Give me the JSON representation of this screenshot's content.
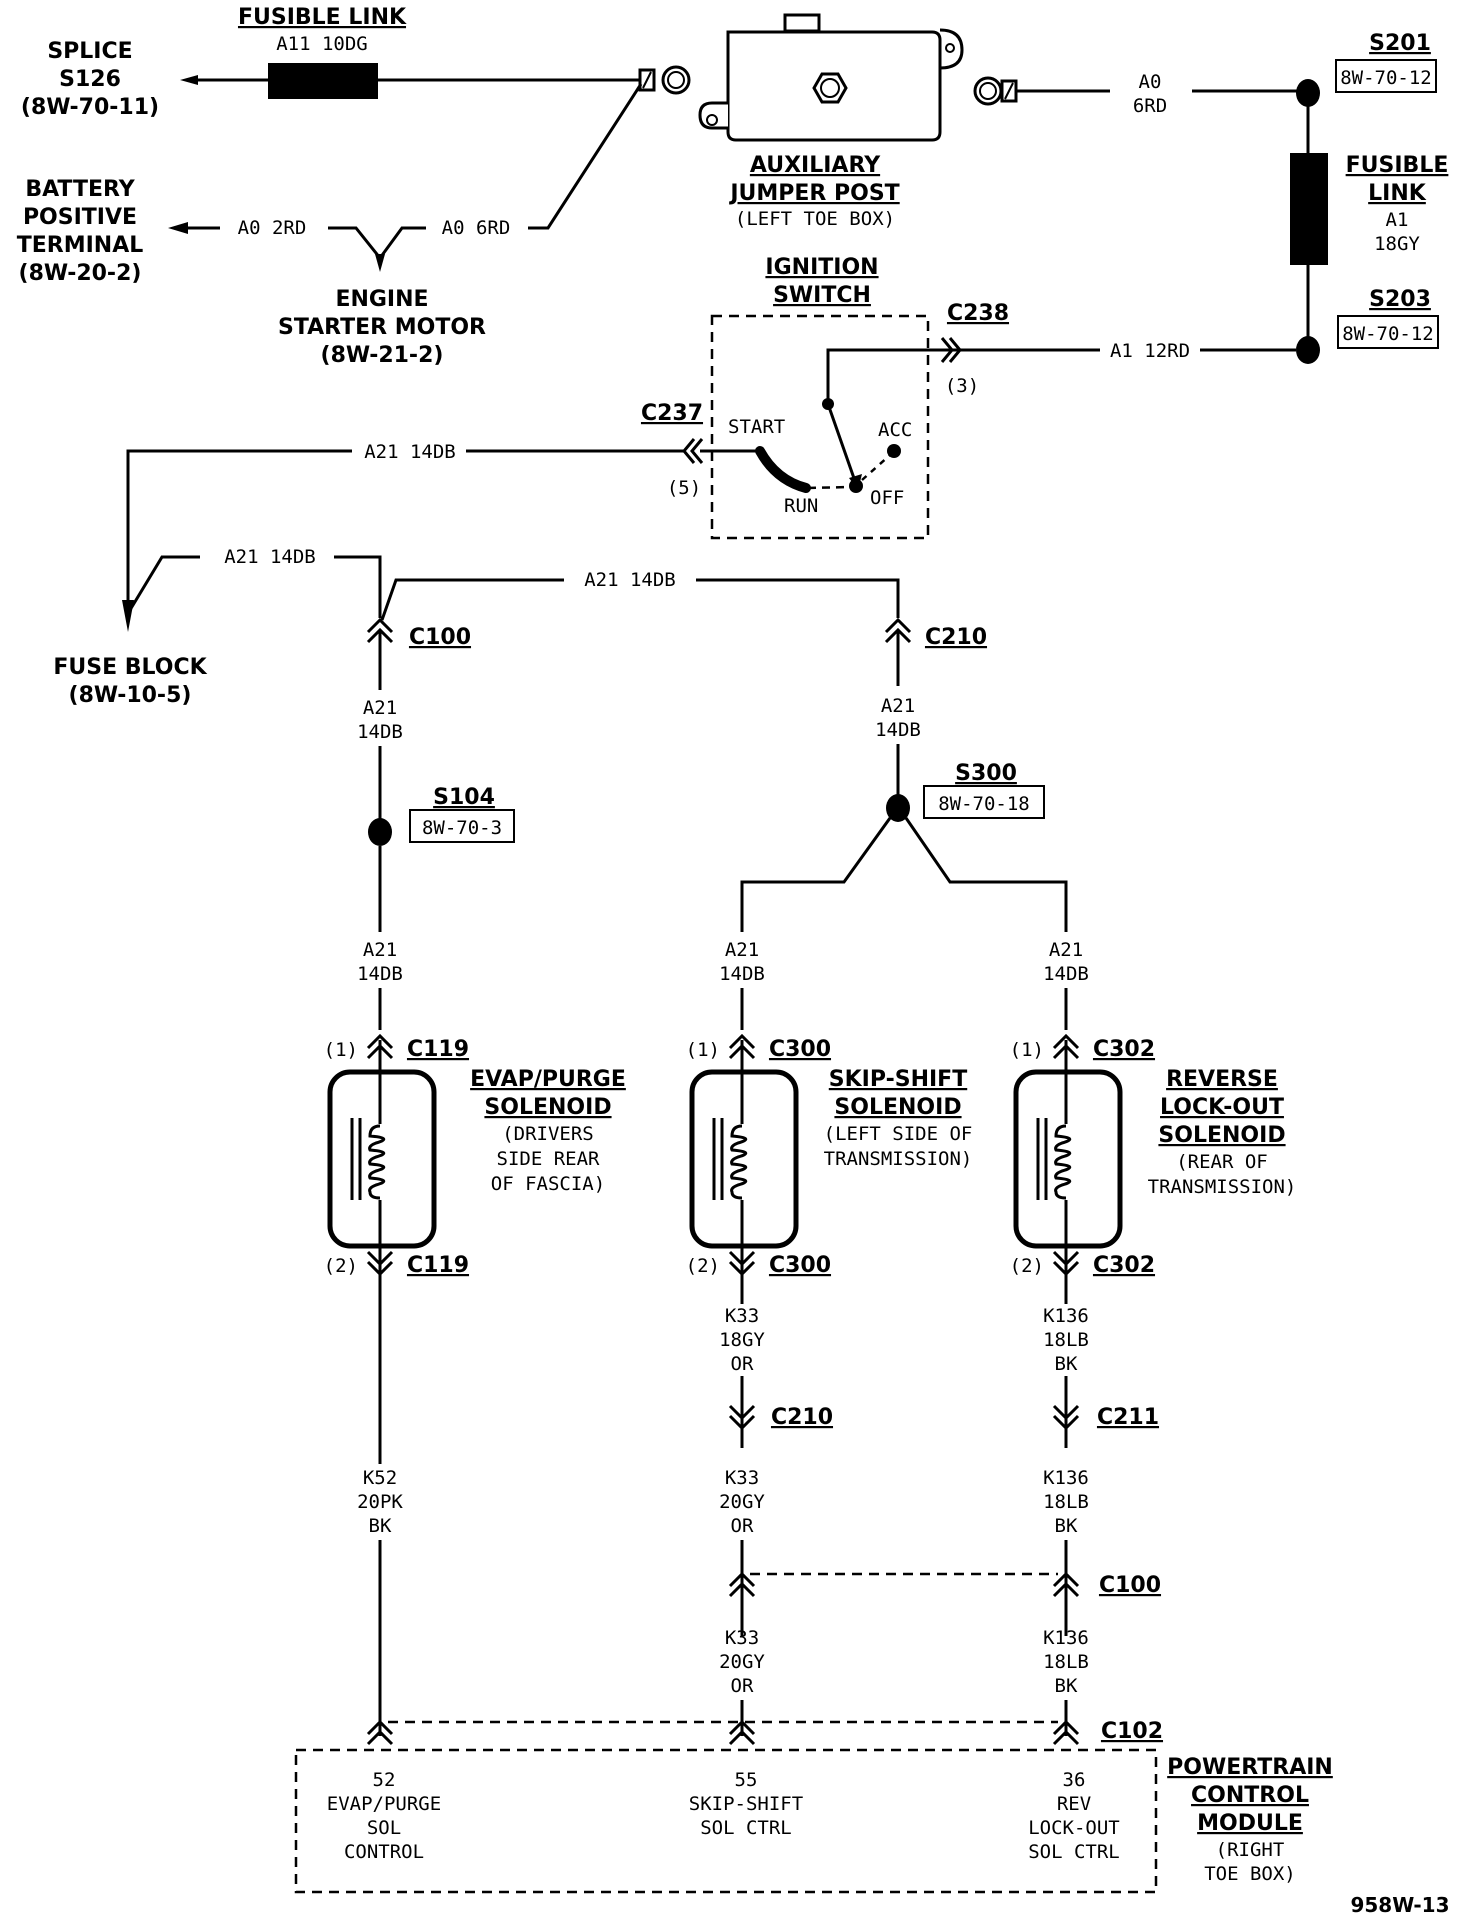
{
  "diagram_id": "958W-13",
  "top": {
    "fusible_link_title": "FUSIBLE LINK",
    "fusible_link_wire": "A11 10DG",
    "splice_s126": [
      "SPLICE",
      "S126",
      "(8W-70-11)"
    ],
    "battery": [
      "BATTERY",
      "POSITIVE",
      "TERMINAL",
      "(8W-20-2)"
    ],
    "wire_a0_2rd": "A0 2RD",
    "wire_a0_6rd_left": "A0 6RD",
    "starter": [
      "ENGINE",
      "STARTER MOTOR",
      "(8W-21-2)"
    ],
    "aux_post": [
      "AUXILIARY",
      "JUMPER POST",
      "(LEFT TOE BOX)"
    ],
    "wire_a0_6rd_right": [
      "A0",
      "6RD"
    ],
    "s201": {
      "name": "S201",
      "ref": "8W-70-12"
    },
    "fusible_link_right": [
      "FUSIBLE",
      "LINK",
      "A1",
      "18GY"
    ],
    "s203": {
      "name": "S203",
      "ref": "8W-70-12"
    }
  },
  "ignition": {
    "title": [
      "IGNITION",
      "SWITCH"
    ],
    "c238": "C238",
    "c238_pin": "(3)",
    "wire_a1": "A1 12RD",
    "c237": "C237",
    "c237_pin": "(5)",
    "positions": {
      "start": "START",
      "run": "RUN",
      "off": "OFF",
      "acc": "ACC"
    },
    "wire_out": "A21 14DB"
  },
  "fuse_block": [
    "FUSE BLOCK",
    "(8W-10-5)"
  ],
  "a21": {
    "wire_fuse_return": "A21 14DB",
    "wire_top_long": "A21 14DB",
    "c100_top": "C100",
    "c210_top": "C210",
    "left_wire": [
      "A21",
      "14DB"
    ],
    "right_wire": [
      "A21",
      "14DB"
    ],
    "s104": {
      "name": "S104",
      "ref": "8W-70-3"
    },
    "s300": {
      "name": "S300",
      "ref": "8W-70-18"
    },
    "col1_wire": [
      "A21",
      "14DB"
    ],
    "col2_wire": [
      "A21",
      "14DB"
    ],
    "col3_wire": [
      "A21",
      "14DB"
    ]
  },
  "solenoids": [
    {
      "pin1": "(1)",
      "pin2": "(2)",
      "conn": "C119",
      "title": [
        "EVAP/PURGE",
        "SOLENOID"
      ],
      "loc": [
        "(DRIVERS",
        "SIDE REAR",
        "OF FASCIA)"
      ],
      "wire_out": [
        "K52",
        "20PK",
        "BK"
      ]
    },
    {
      "pin1": "(1)",
      "pin2": "(2)",
      "conn": "C300",
      "title": [
        "SKIP-SHIFT",
        "SOLENOID"
      ],
      "loc": [
        "(LEFT SIDE OF",
        "TRANSMISSION)"
      ],
      "wire_out": [
        "K33",
        "18GY",
        "OR"
      ],
      "conn2": "C210",
      "wire_mid": [
        "K33",
        "20GY",
        "OR"
      ],
      "wire_low": [
        "K33",
        "20GY",
        "OR"
      ]
    },
    {
      "pin1": "(1)",
      "pin2": "(2)",
      "conn": "C302",
      "title": [
        "REVERSE",
        "LOCK-OUT",
        "SOLENOID"
      ],
      "loc": [
        "(REAR OF",
        "TRANSMISSION)"
      ],
      "wire_out": [
        "K136",
        "18LB",
        "BK"
      ],
      "conn2": "C211",
      "wire_mid": [
        "K136",
        "18LB",
        "BK"
      ],
      "wire_low": [
        "K136",
        "18LB",
        "BK"
      ]
    }
  ],
  "c100_low": "C100",
  "c102": "C102",
  "pcm": {
    "title": [
      "POWERTRAIN",
      "CONTROL",
      "MODULE"
    ],
    "loc": [
      "(RIGHT",
      "TOE BOX)"
    ],
    "pins": [
      {
        "num": "52",
        "desc": [
          "EVAP/PURGE",
          "SOL",
          "CONTROL"
        ]
      },
      {
        "num": "55",
        "desc": [
          "SKIP-SHIFT",
          "SOL CTRL"
        ]
      },
      {
        "num": "36",
        "desc": [
          "REV",
          "LOCK-OUT",
          "SOL CTRL"
        ]
      }
    ]
  }
}
